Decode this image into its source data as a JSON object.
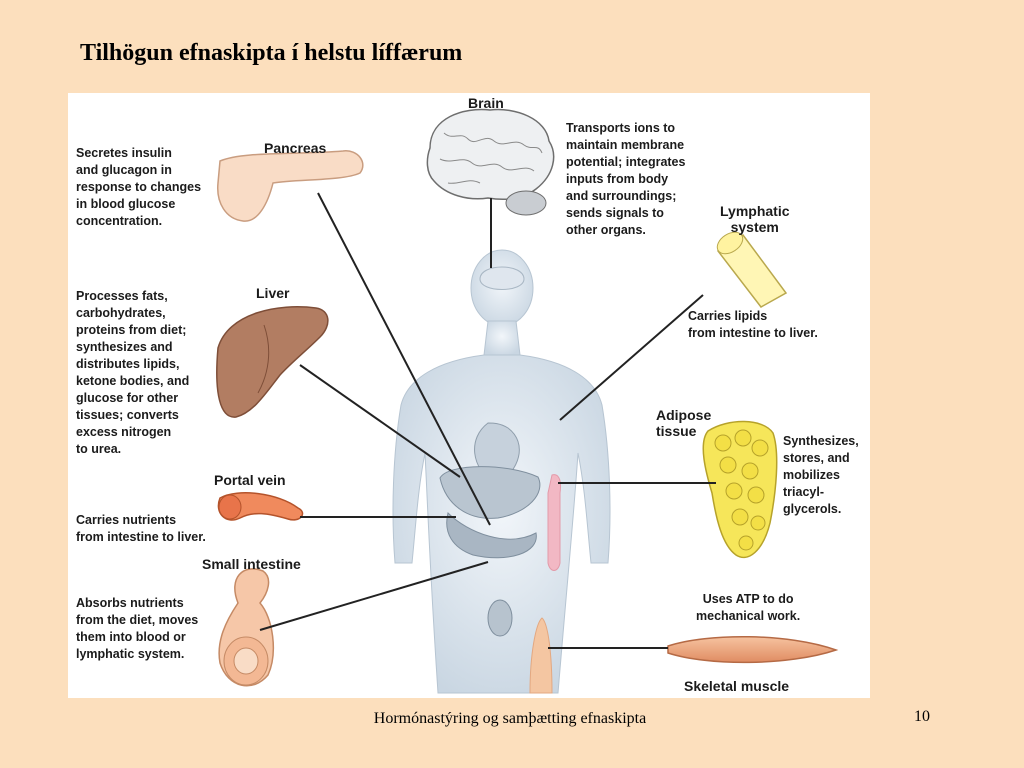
{
  "slide": {
    "title": "Tilhögun efnaskipta í helstu líffærum",
    "footer": "Hormónastýring og samþætting efnaskipta",
    "page_number": "10"
  },
  "diagram": {
    "organs": {
      "brain": {
        "name": "Brain",
        "description": "Transports ions to\nmaintain membrane\npotential; integrates\ninputs from body\nand surroundings;\nsends signals to\nother organs."
      },
      "pancreas": {
        "name": "Pancreas",
        "description": "Secretes insulin\nand glucagon in\nresponse to changes\nin blood glucose\nconcentration."
      },
      "lymphatic": {
        "name": "Lymphatic\nsystem",
        "description": "Carries lipids\nfrom intestine to liver."
      },
      "liver": {
        "name": "Liver",
        "description": "Processes fats,\ncarbohydrates,\nproteins from diet;\nsynthesizes and\ndistributes lipids,\nketone bodies, and\nglucose for other\ntissues; converts\nexcess nitrogen\nto urea."
      },
      "adipose": {
        "name": "Adipose\ntissue",
        "description": "Synthesizes,\nstores, and\nmobilizes\ntriacyl-\nglycerols."
      },
      "portal_vein": {
        "name": "Portal vein",
        "description": "Carries nutrients\nfrom intestine to liver."
      },
      "small_intestine": {
        "name": "Small intestine",
        "description": "Absorbs nutrients\nfrom the diet, moves\nthem into blood or\nlymphatic system."
      },
      "skeletal_muscle": {
        "name": "Skeletal muscle",
        "description": "Uses ATP to do\nmechanical work."
      }
    }
  }
}
